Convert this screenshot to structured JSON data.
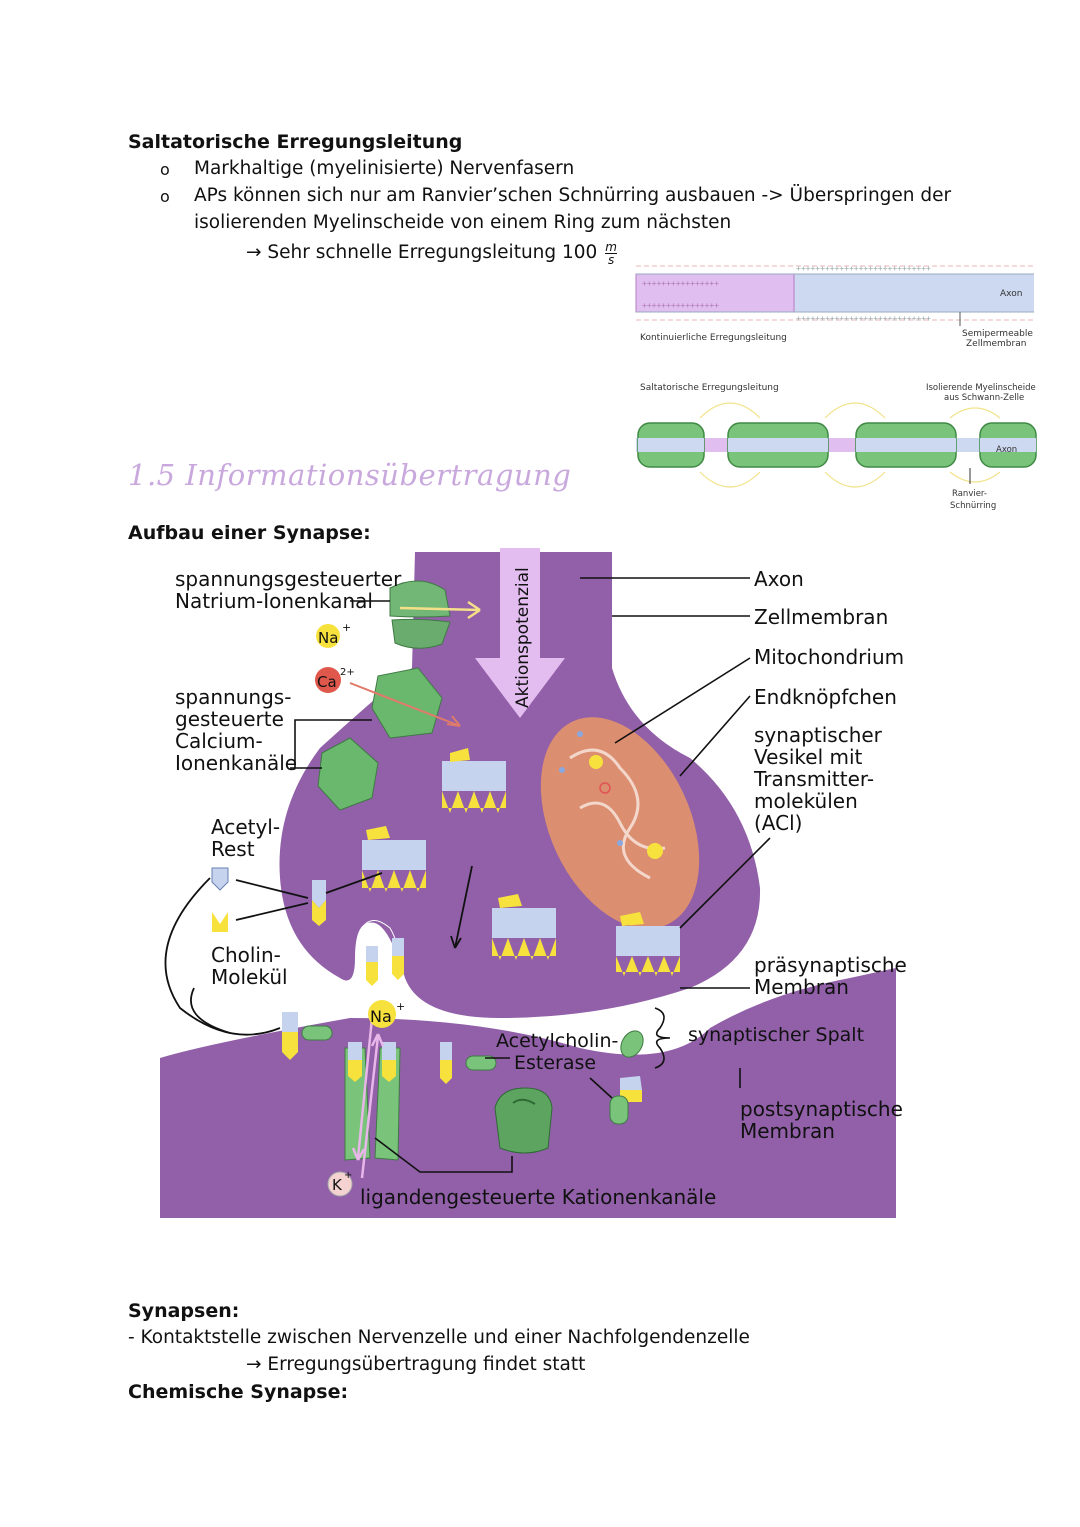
{
  "intro": {
    "heading": "Saltatorische Erregungsleitung",
    "bullets": [
      "Markhaltige (myelinisierte) Nervenfasern",
      "APs können sich nur am Ranvier’schen Schnürring ausbauen -> Überspringen der",
      "isolierenden Myelinscheide von einem Ring zum nächsten"
    ],
    "arrow_line": "→ Sehr schnelle Erregungsleitung 100",
    "unit_num": "m",
    "unit_den": "s"
  },
  "axon_figure": {
    "axon_top": "Axon",
    "semipermeable": "Semipermeable",
    "zellmembran": "Zellmembran",
    "kontinuierlich": "Kontinuierliche Erregungsleitung",
    "saltatorisch": "Saltatorische Erregungsleitung",
    "isolierende": "Isolierende Myelinscheide",
    "schwann": "aus Schwann-Zelle",
    "axon_bottom": "Axon",
    "ranvier": "Ranvier-",
    "schnuerring": "Schnürring"
  },
  "section": {
    "title": "1.5 Informationsübertragung",
    "synapse_heading": "Aufbau einer Synapse:"
  },
  "synapse_labels": {
    "na_channel_1": "spannungsgesteuerter",
    "na_channel_2": "Natrium-Ionenkanal",
    "na": "Na",
    "ca": "Ca",
    "ca_sup": "2+",
    "ca_channel_1": "spannungs-",
    "ca_channel_2": "gesteuerte",
    "ca_channel_3": "Calcium-",
    "ca_channel_4": "Ionenkanäle",
    "acetyl_1": "Acetyl-",
    "acetyl_2": "Rest",
    "cholin_1": "Cholin-",
    "cholin_2": "Molekül",
    "aktionspotenzial": "Aktionspotenzial",
    "axon": "Axon",
    "zellmembran": "Zellmembran",
    "mitochondrium": "Mitochondrium",
    "endknoepfchen": "Endknöpfchen",
    "vesikel_1": "synaptischer",
    "vesikel_2": "Vesikel mit",
    "vesikel_3": "Transmitter-",
    "vesikel_4": "molekülen",
    "vesikel_5": "(ACl)",
    "praesyn_1": "präsynaptische",
    "praesyn_2": "Membran",
    "spalt": "synaptischer Spalt",
    "esterase_1": "Acetylcholin-",
    "esterase_2": "Esterase",
    "postsyn_1": "postsynaptische",
    "postsyn_2": "Membran",
    "na_post": "Na",
    "k": "K",
    "ligand": "ligandengesteuerte Kationenkanäle"
  },
  "outro": {
    "synapsen_heading": "Synapsen:",
    "line1": "- Kontaktstelle zwischen Nervenzelle und einer Nachfolgendenzelle",
    "line2": "→ Erregungsübertragung findet statt",
    "chem_heading": "Chemische Synapse:"
  },
  "colors": {
    "purple": "#9160a8",
    "green": "#68b46a",
    "yellow": "#f7e23d",
    "lightblue": "#c5d3ee",
    "mito": "#dc8e70",
    "title_pink": "#c9a8de"
  }
}
